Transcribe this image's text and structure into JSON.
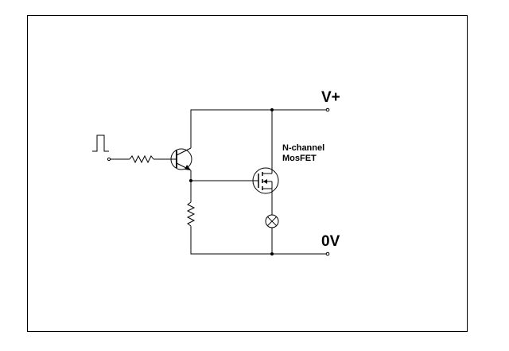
{
  "diagram": {
    "labels": {
      "supply_positive": "V+",
      "supply_ground": "0V",
      "mosfet_line1": "N-channel",
      "mosfet_line2": "MosFET"
    },
    "components": {
      "input": "pulse-signal-icon",
      "base_resistor": "resistor-icon",
      "transistor": "npn-transistor-icon",
      "pulldown_resistor": "resistor-icon",
      "mosfet": "n-channel-mosfet-icon",
      "load": "lamp-icon"
    },
    "colors": {
      "ink": "#000000",
      "background": "#ffffff"
    }
  }
}
